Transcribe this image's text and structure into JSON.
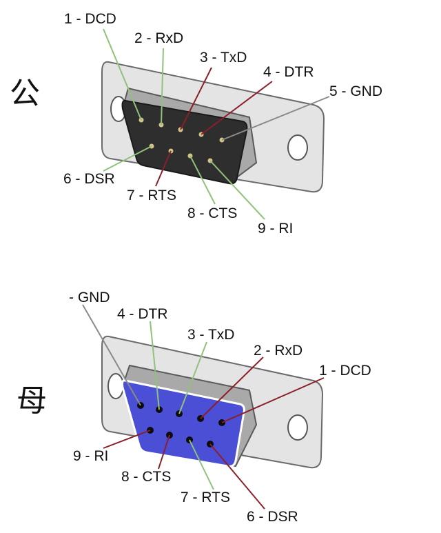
{
  "male": {
    "title": "公",
    "labels": {
      "p1": "1 - DCD",
      "p2": "2 - RxD",
      "p3": "3 - TxD",
      "p4": "4 - DTR",
      "p5": "5 - GND",
      "p6": "6 - DSR",
      "p7": "7 - RTS",
      "p8": "8 - CTS",
      "p9": "9 - RI"
    }
  },
  "female": {
    "title": "母",
    "labels": {
      "p5": "- GND",
      "p4": "4 - DTR",
      "p3": "3 - TxD",
      "p2": "2 - RxD",
      "p1": "1 - DCD",
      "p9": "9 - RI",
      "p8": "8 - CTS",
      "p7": "7 - RTS",
      "p6": "6 - DSR"
    }
  },
  "colors": {
    "plate": "#e4e4e4",
    "plate_edge": "#6a6a6a",
    "male_face": "#2e2e2e",
    "female_face": "#4a4fd6",
    "shell": "#a9a9a9",
    "green_line": "#8fc27a",
    "red_line": "#8a1f2a",
    "gray_line": "#8a8a8a"
  }
}
